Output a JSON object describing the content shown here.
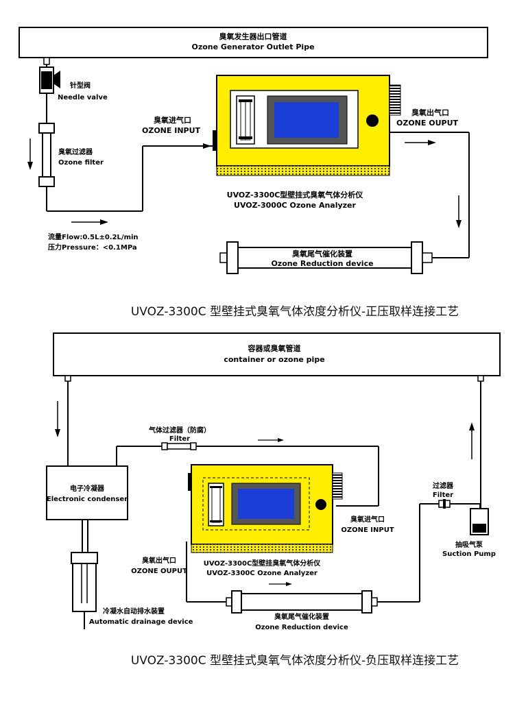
{
  "colors": {
    "analyzer_body": "#ffee00",
    "screen": "#1a3ed6",
    "pipe": "#000000",
    "background": "#ffffff"
  },
  "diagram1": {
    "top_pipe_cn": "臭氧发生器出口管道",
    "top_pipe_en": "Ozone Generator Outlet Pipe",
    "needle_valve_cn": "针型阀",
    "needle_valve_en": "Needle valve",
    "filter_cn": "臭氧过滤器",
    "filter_en": "Ozone filter",
    "input_cn": "臭氧进气口",
    "input_en": "OZONE INPUT",
    "output_cn": "臭氧出气口",
    "output_en": "OZONE OUPUT",
    "analyzer_cn": "UVOZ-3300C型壁挂式臭氧气体分析仪",
    "analyzer_en": "UVOZ-3000C Ozone Analyzer",
    "flow": "流量Flow:0.5L±0.2L/min",
    "pressure": "压力Pressure：<0.1MPa",
    "reduction_cn": "臭氧尾气催化装置",
    "reduction_en": "Ozone Reduction device",
    "caption": "UVOZ-3300C 型壁挂式臭氧气体浓度分析仪-正压取样连接工艺"
  },
  "diagram2": {
    "top_pipe_cn": "容器或臭氧管道",
    "top_pipe_en": "container or ozone pipe",
    "gas_filter_cn": "气体过滤器（防腐）",
    "gas_filter_en": "Filter",
    "condenser_cn": "电子冷凝器",
    "condenser_en": "Electronic condenser",
    "input_cn": "臭氧进气口",
    "input_en": "OZONE INPUT",
    "output_cn": "臭氧出气口",
    "output_en": "OZONE OUPUT",
    "analyzer_cn": "UVOZ-3300C型壁挂臭氧气体分析仪",
    "analyzer_en": "UVOZ-3300C Ozone Analyzer",
    "filter_cn": "过滤器",
    "filter_en": "Filter",
    "pump_cn": "抽吸气泵",
    "pump_en": "Suction Pump",
    "drain_cn": "冷凝水自动排水装置",
    "drain_en": "Automatic drainage device",
    "reduction_cn": "臭氧尾气催化装置",
    "reduction_en": "Ozone Reduction device",
    "caption": "UVOZ-3300C 型壁挂式臭氧气体浓度分析仪-负压取样连接工艺"
  }
}
